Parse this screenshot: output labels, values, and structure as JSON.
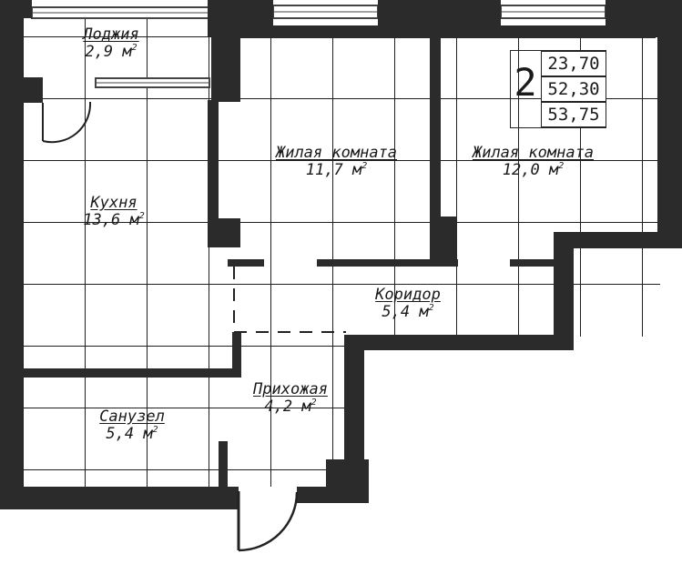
{
  "rooms": [
    {
      "name": "Лоджия",
      "area": "2,9 м",
      "sup": "2"
    },
    {
      "name": "Кухня",
      "area": "13,6 м",
      "sup": "2"
    },
    {
      "name": "Жилая комната",
      "area": "11,7 м",
      "sup": "2"
    },
    {
      "name": "Жилая комната",
      "area": "12,0 м",
      "sup": "2"
    },
    {
      "name": "Коридор",
      "area": "5,4 м",
      "sup": "2"
    },
    {
      "name": "Прихожая",
      "area": "4,2 м",
      "sup": "2"
    },
    {
      "name": "Санузел",
      "area": "5,4 м",
      "sup": "2"
    }
  ],
  "summary": {
    "rooms_count": "2",
    "living_area": "23,70",
    "total_area": "52,30",
    "total_with_loggia": "53,75"
  },
  "colors": {
    "wall": "#2b2b2b",
    "grid": "#1f1f1f",
    "window": "#444444"
  }
}
